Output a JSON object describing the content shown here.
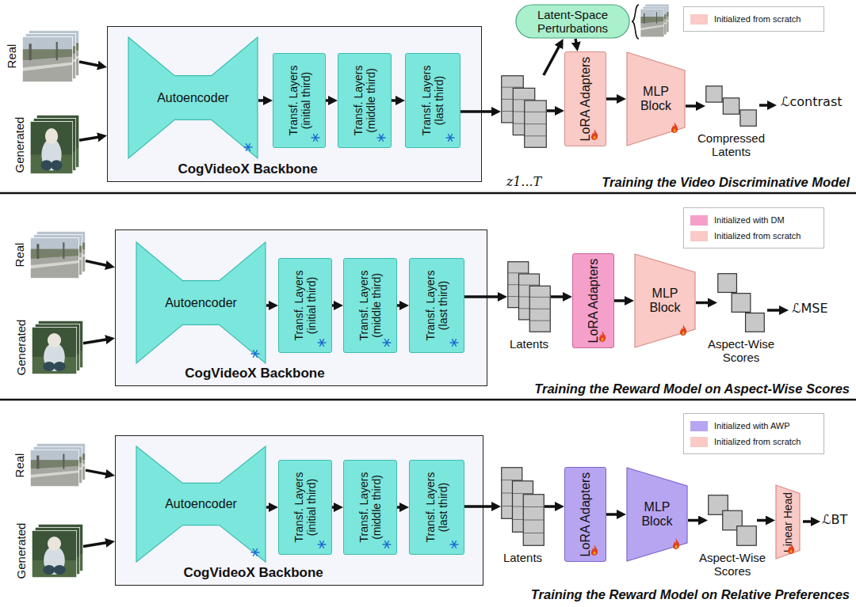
{
  "diagram": {
    "nodes": [
      {
        "text": [
          "Real"
        ]
      },
      {
        "text": [
          "Generated"
        ]
      },
      {
        "text": [
          "CogVideoX Backbone"
        ]
      },
      {
        "text": [
          "Autoencoder"
        ],
        "in": 2
      },
      {
        "text": [
          "Transf. Layers (initial third)"
        ],
        "in": 2
      },
      {
        "text": [
          "Transf. Layers (middle third)"
        ],
        "in": 2
      },
      {
        "text": [
          "Transf. Layers (last third)"
        ],
        "in": 2
      },
      {
        "text": [
          "z1...T"
        ]
      },
      {
        "text": [
          "Latent-Space Perturbations"
        ]
      },
      {
        "text": [
          "LoRA Adapters"
        ]
      },
      {
        "text": [
          "MLP Block"
        ]
      },
      {
        "text": [
          "Compressed Latents"
        ]
      },
      {
        "text": [
          "Real"
        ]
      },
      {
        "text": [
          "Generated"
        ]
      },
      {
        "text": [
          "CogVideoX Backbone"
        ]
      },
      {
        "text": [
          "Autoencoder"
        ],
        "in": 14
      },
      {
        "text": [
          "Transf. Layers (initial third)"
        ],
        "in": 14
      },
      {
        "text": [
          "Transf. Layers (middle third)"
        ],
        "in": 14
      },
      {
        "text": [
          "Transf. Layers (last third)"
        ],
        "in": 14
      },
      {
        "text": [
          "Latents"
        ]
      },
      {
        "text": [
          "LoRA Adapters"
        ]
      },
      {
        "text": [
          "MLP Block"
        ]
      },
      {
        "text": [
          "Aspect-Wise Scores"
        ]
      },
      {
        "text": [
          "Real"
        ]
      },
      {
        "text": [
          "Generated"
        ]
      },
      {
        "text": [
          "CogVideoX Backbone"
        ]
      },
      {
        "text": [
          "Autoencoder"
        ],
        "in": 25
      },
      {
        "text": [
          "Transf. Layers (initial third)"
        ],
        "in": 25
      },
      {
        "text": [
          "Transf. Layers (middle third)"
        ],
        "in": 25
      },
      {
        "text": [
          "Transf. Layers (last third)"
        ],
        "in": 25
      },
      {
        "text": [
          "Latents"
        ]
      },
      {
        "text": [
          "LoRA Adapters"
        ]
      },
      {
        "text": [
          "MLP Block"
        ]
      },
      {
        "text": [
          "Aspect-Wise Scores"
        ]
      },
      {
        "text": [
          "Linear Head"
        ]
      }
    ],
    "edges": [
      {
        "from": 0,
        "to": 2,
        "arrow": "to"
      },
      {
        "from": 1,
        "to": 2,
        "arrow": "to"
      },
      {
        "from": 3,
        "to": 4,
        "arrow": "to"
      },
      {
        "from": 4,
        "to": 5,
        "arrow": "to"
      },
      {
        "from": 5,
        "to": 6,
        "arrow": "to"
      },
      {
        "from": 6,
        "to": 7,
        "arrow": "to"
      },
      {
        "from": 7,
        "to": 8,
        "arrow": "to"
      },
      {
        "from": 8,
        "to": 9,
        "arrow": "to"
      },
      {
        "from": 7,
        "to": 9,
        "arrow": "to"
      },
      {
        "from": 9,
        "to": 10,
        "arrow": "to"
      },
      {
        "from": 10,
        "to": 11,
        "arrow": "to"
      },
      {
        "from": 12,
        "to": 14,
        "arrow": "to"
      },
      {
        "from": 13,
        "to": 14,
        "arrow": "to"
      },
      {
        "from": 15,
        "to": 16,
        "arrow": "to"
      },
      {
        "from": 16,
        "to": 17,
        "arrow": "to"
      },
      {
        "from": 17,
        "to": 18,
        "arrow": "to"
      },
      {
        "from": 18,
        "to": 19,
        "arrow": "to"
      },
      {
        "from": 19,
        "to": 20,
        "arrow": "to"
      },
      {
        "from": 20,
        "to": 21,
        "arrow": "to"
      },
      {
        "from": 21,
        "to": 22,
        "arrow": "to"
      },
      {
        "from": 23,
        "to": 25,
        "arrow": "to"
      },
      {
        "from": 24,
        "to": 25,
        "arrow": "to"
      },
      {
        "from": 26,
        "to": 27,
        "arrow": "to"
      },
      {
        "from": 27,
        "to": 28,
        "arrow": "to"
      },
      {
        "from": 28,
        "to": 29,
        "arrow": "to"
      },
      {
        "from": 29,
        "to": 30,
        "arrow": "to"
      },
      {
        "from": 30,
        "to": 31,
        "arrow": "to"
      },
      {
        "from": 31,
        "to": 32,
        "arrow": "to"
      },
      {
        "from": 32,
        "to": 33,
        "arrow": "to"
      },
      {
        "from": 33,
        "to": 34,
        "arrow": "to"
      }
    ],
    "labels": [
      "ℒcontrast",
      "Training the Video Discriminative Model",
      "ℒMSE",
      "Training the Reward Model on Aspect-Wise Scores",
      "ℒBT",
      "Training the Reward Model on Relative Preferences"
    ],
    "legend": [
      {
        "text": "Initialized from scratch",
        "color": "#f9cac6"
      },
      {
        "text": "Initialized with DM",
        "color": "#f59fcb"
      },
      {
        "text": "Initialized from scratch",
        "color": "#f9cac6"
      },
      {
        "text": "Initialized with AWP",
        "color": "#b7a5f2"
      },
      {
        "text": "Initialized from scratch",
        "color": "#f9cac6"
      }
    ]
  }
}
